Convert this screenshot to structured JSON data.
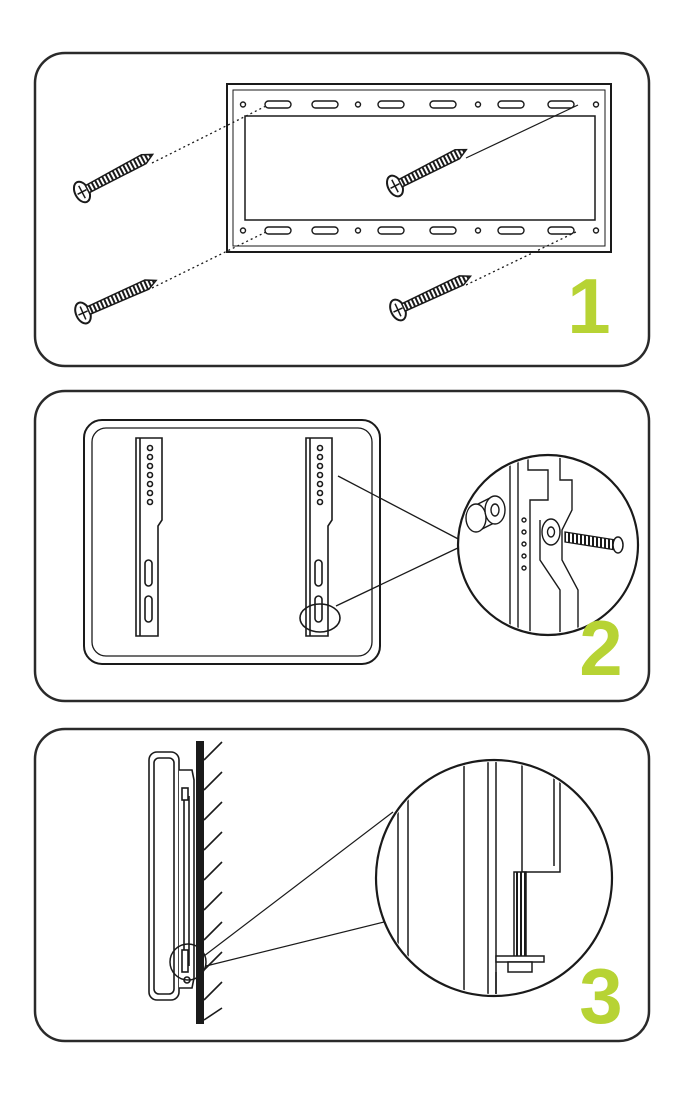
{
  "colors": {
    "panel_stroke": "#2a2a2a",
    "line": "#1a1a1a",
    "step_number": "#b7d334",
    "screw": "#222222"
  },
  "steps": [
    {
      "number": "1",
      "icon": "wall-plate-with-four-screws"
    },
    {
      "number": "2",
      "icon": "tv-back-with-brackets-and-bolt-detail"
    },
    {
      "number": "3",
      "icon": "tv-hung-on-wall-side-view-with-detail"
    }
  ]
}
